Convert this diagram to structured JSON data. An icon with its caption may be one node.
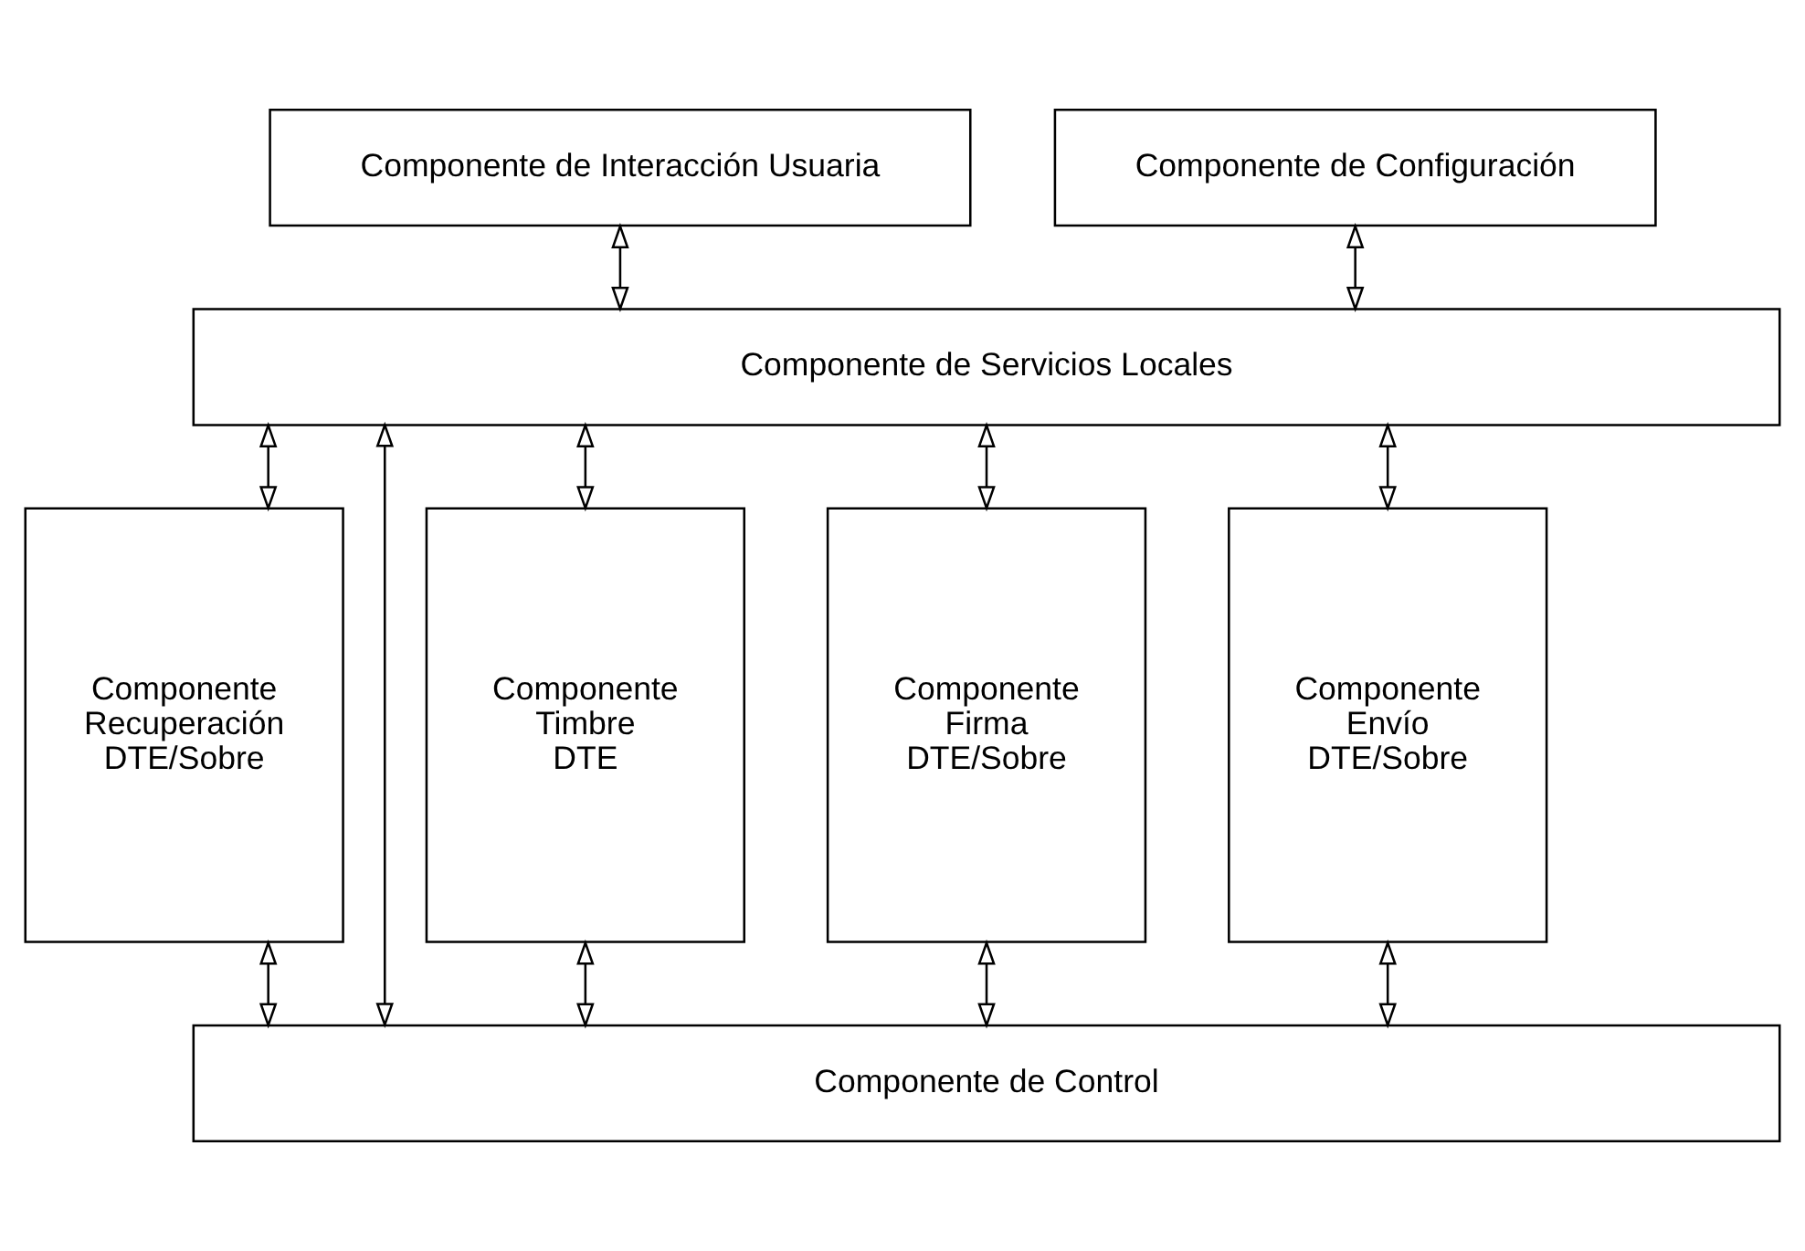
{
  "diagram": {
    "nodes": [
      {
        "text": [
          "Componente de Interacción Usuaria"
        ]
      },
      {
        "text": [
          "Componente de Configuración"
        ]
      },
      {
        "text": [
          "Componente de Servicios Locales"
        ]
      },
      {
        "text": [
          "Componente Recuperación DTE/Sobre"
        ]
      },
      {
        "text": [
          "Componente Timbre DTE"
        ]
      },
      {
        "text": [
          "Componente Firma DTE/Sobre"
        ]
      },
      {
        "text": [
          "Componente Envío DTE/Sobre"
        ]
      },
      {
        "text": [
          "Componente de Control"
        ]
      }
    ],
    "edges": [
      {
        "from": 0,
        "to": 2,
        "arrow": "both"
      },
      {
        "from": 1,
        "to": 2,
        "arrow": "both"
      },
      {
        "from": 2,
        "to": 3,
        "arrow": "both"
      },
      {
        "from": 2,
        "to": 4,
        "arrow": "both"
      },
      {
        "from": 2,
        "to": 5,
        "arrow": "both"
      },
      {
        "from": 2,
        "to": 6,
        "arrow": "both"
      },
      {
        "from": 2,
        "to": 7,
        "arrow": "both"
      },
      {
        "from": 3,
        "to": 7,
        "arrow": "both"
      },
      {
        "from": 4,
        "to": 7,
        "arrow": "both"
      },
      {
        "from": 5,
        "to": 7,
        "arrow": "both"
      },
      {
        "from": 6,
        "to": 7,
        "arrow": "both"
      }
    ]
  }
}
